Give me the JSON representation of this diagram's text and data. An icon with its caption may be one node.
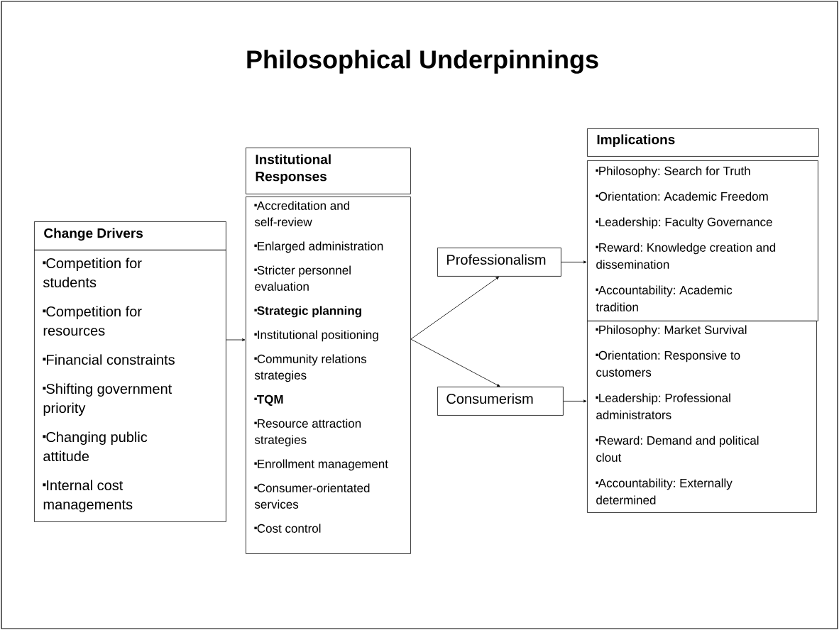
{
  "diagram": {
    "title": "Philosophical Underpinnings",
    "nodes": [
      {
        "text": [
          "Change Drivers"
        ]
      },
      {
        "text": [
          "Competition for students",
          "Competition for resources",
          "Financial constraints",
          "Shifting government priority",
          "Changing public attitude",
          "Internal cost managements"
        ]
      },
      {
        "text": [
          "Institutional Responses"
        ]
      },
      {
        "text": [
          "Accreditation and self-review",
          "Enlarged administration",
          "Stricter personnel evaluation",
          "**Strategic planning**",
          "Institutional positioning",
          "Community relations strategies",
          "**TQM**",
          "Resource attraction strategies",
          "Enrollment management",
          "Consumer-orientated services",
          "Cost control"
        ]
      },
      {
        "text": [
          "Implications"
        ]
      },
      {
        "text": [
          "Professionalism"
        ]
      },
      {
        "text": [
          "Consumerism"
        ]
      },
      {
        "text": [
          "Philosophy: Search for Truth",
          "Orientation: Academic Freedom",
          "Leadership: Faculty Governance",
          "Reward: Knowledge creation and dissemination",
          "Accountability: Academic tradition"
        ]
      },
      {
        "text": [
          "Philosophy: Market Survival",
          "Orientation: Responsive to customers",
          "Leadership: Professional administrators",
          "Reward: Demand and political clout",
          "Accountability: Externally determined"
        ]
      }
    ],
    "edges": [
      {
        "from": 1,
        "to": 3,
        "arrow": "to"
      },
      {
        "from": 3,
        "to": 5,
        "arrow": "to"
      },
      {
        "from": 3,
        "to": 6,
        "arrow": "to"
      },
      {
        "from": 5,
        "to": 7,
        "arrow": "to"
      },
      {
        "from": 6,
        "to": 8,
        "arrow": "to"
      }
    ]
  }
}
